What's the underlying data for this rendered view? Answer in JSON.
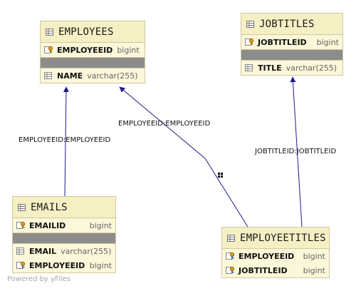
{
  "entities": {
    "employees": {
      "title": "EMPLOYEES",
      "pk": [
        {
          "name": "EMPLOYEEID",
          "type": "bigint"
        }
      ],
      "cols": [
        {
          "name": "NAME",
          "type": "varchar(255)"
        }
      ]
    },
    "jobtitles": {
      "title": "JOBTITLES",
      "pk": [
        {
          "name": "JOBTITLEID",
          "type": "bigint"
        }
      ],
      "cols": [
        {
          "name": "TITLE",
          "type": "varchar(255)"
        }
      ]
    },
    "emails": {
      "title": "EMAILS",
      "pk": [
        {
          "name": "EMAILID",
          "type": "bigint"
        }
      ],
      "cols": [
        {
          "name": "EMAIL",
          "type": "varchar(255)"
        },
        {
          "name": "EMPLOYEEID",
          "type": "bigint"
        }
      ]
    },
    "employeetitles": {
      "title": "EMPLOYEETITLES",
      "pk": [
        {
          "name": "EMPLOYEEID",
          "type": "bigint"
        },
        {
          "name": "JOBTITLEID",
          "type": "bigint"
        }
      ],
      "cols": []
    }
  },
  "relations": {
    "emails_employees": "EMPLOYEEID:EMPLOYEEID",
    "employeetitles_employees": "EMPLOYEEID:EMPLOYEEID",
    "employeetitles_jobtitles": "JOBTITLEID:JOBTITLEID"
  },
  "footer": "Powered by yFiles",
  "colors": {
    "edge": "#1c1c8c",
    "entity_fill": "#fbf7d9",
    "entity_border": "#cfc8a0",
    "divider": "#8c8c8c"
  }
}
